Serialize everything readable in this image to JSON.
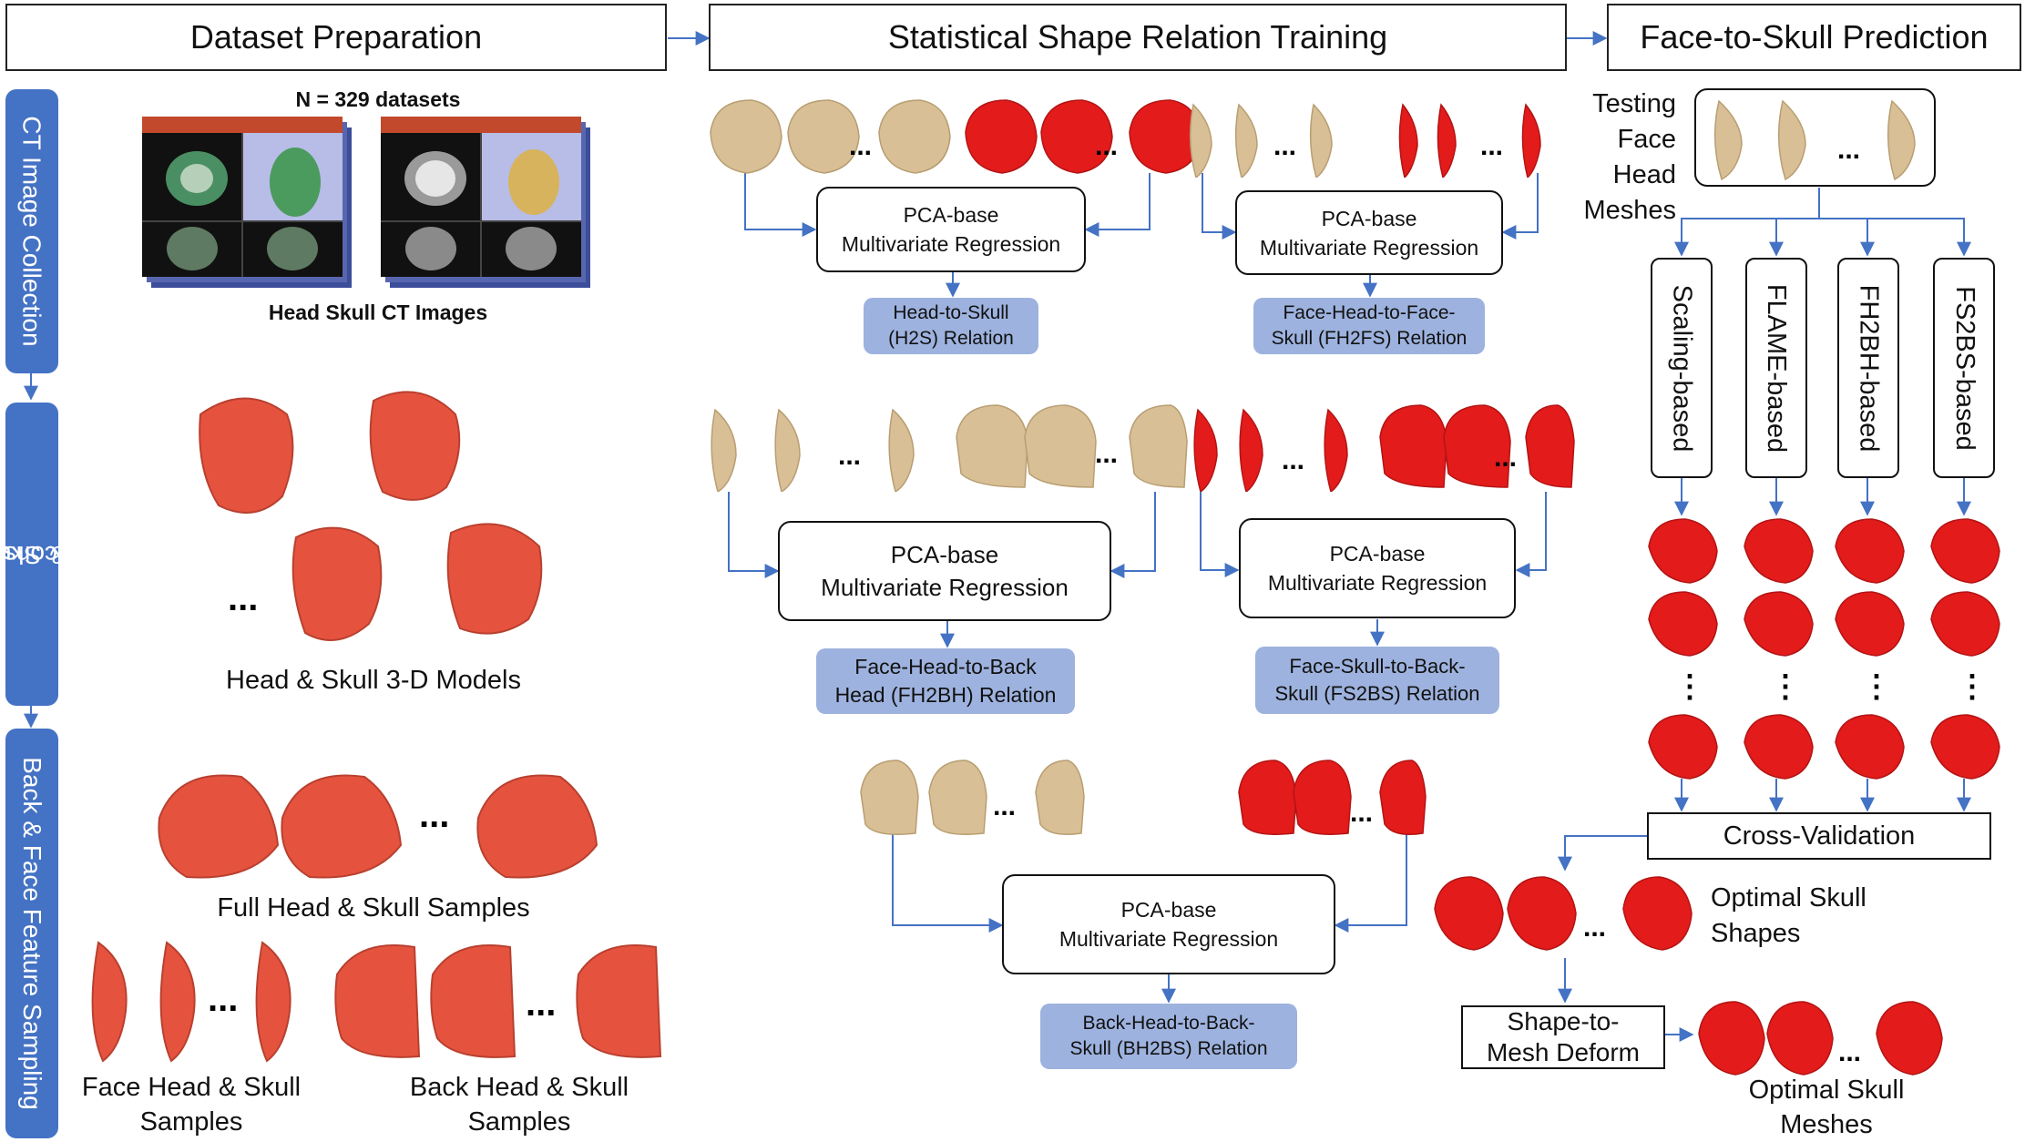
{
  "colors": {
    "accent_blue": "#4472c4",
    "relation_blue": "#9db2de",
    "skull_red": "#e31b1b",
    "head_beige": "#d8bf95",
    "overlay_red": "#e5533f"
  },
  "headers": {
    "dataset": "Dataset Preparation",
    "training": "Statistical Shape Relation Training",
    "prediction": "Face-to-Skull Prediction"
  },
  "side_tabs": {
    "ct": "CT Image Collection",
    "recon_line1": "Head & Skull",
    "recon_line2": "Reconstruction",
    "sampling": "Back & Face Feature Sampling"
  },
  "dataset": {
    "n_label": "N = 329 datasets",
    "ct_caption": "Head Skull CT Images",
    "models_caption": "Head & Skull 3-D Models",
    "full_caption": "Full Head & Skull Samples",
    "face_line1": "Face Head & Skull",
    "face_line2": "Samples",
    "back_line1": "Back Head & Skull",
    "back_line2": "Samples"
  },
  "pca": {
    "line1": "PCA-base",
    "line2": "Multivariate Regression"
  },
  "relations": {
    "h2s": [
      "Head-to-Skull",
      "(H2S) Relation"
    ],
    "fh2fs": [
      "Face-Head-to-Face-",
      "Skull (FH2FS) Relation"
    ],
    "fh2bh": [
      "Face-Head-to-Back",
      "Head (FH2BH) Relation"
    ],
    "fs2bs": [
      "Face-Skull-to-Back-",
      "Skull (FS2BS) Relation"
    ],
    "bh2bs": [
      "Back-Head-to-Back-",
      "Skull (BH2BS) Relation"
    ]
  },
  "prediction": {
    "testing": [
      "Testing",
      "Face Head",
      "Meshes"
    ],
    "methods": [
      "Scaling-based",
      "FLAME-based",
      "FH2BH-based",
      "FS2BS-based"
    ],
    "cross_validation": "Cross-Validation",
    "optimal_shapes": [
      "Optimal Skull",
      "Shapes"
    ],
    "deform": [
      "Shape-to-",
      "Mesh Deform"
    ],
    "optimal_meshes": [
      "Optimal Skull",
      "Meshes"
    ]
  },
  "ellipsis": "..."
}
